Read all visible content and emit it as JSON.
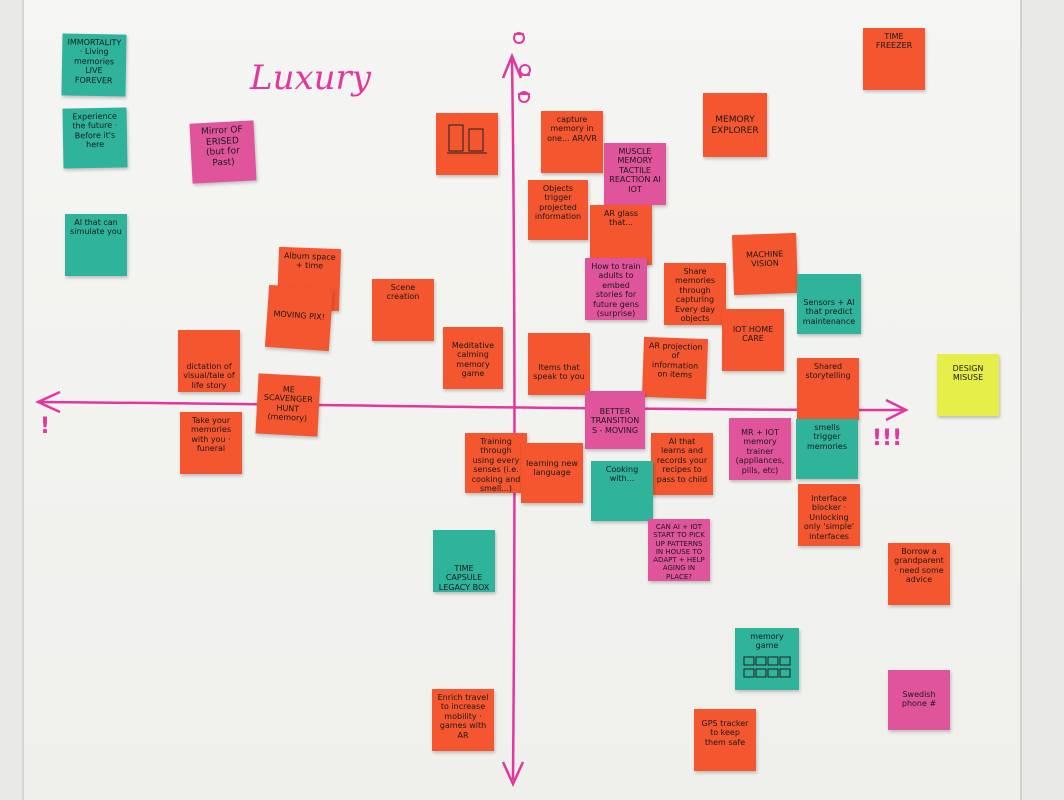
{
  "board": {
    "label_top": "Luxury",
    "left_end_mark": "!",
    "right_end_mark": "!!!",
    "marker_color": "#e2379f"
  },
  "colors": {
    "orange": "#f4562f",
    "teal": "#2fb39b",
    "pink": "#e0549c",
    "yellow": "#e6ee4a"
  },
  "notes": [
    {
      "id": "immortality",
      "color": "teal",
      "text": "IMMORTALITY · Living memories LIVE FOREVER"
    },
    {
      "id": "experience-future",
      "color": "teal",
      "text": "Experience the future · Before it's here"
    },
    {
      "id": "ai-simulate-you",
      "color": "teal",
      "text": "AI that can simulate you"
    },
    {
      "id": "mirror-erised",
      "color": "pink",
      "text": "Mirror OF ERISED (but for Past)"
    },
    {
      "id": "capture-memory",
      "color": "orange",
      "text": "capture memory in one... AR/VR"
    },
    {
      "id": "muscle-memory",
      "color": "pink",
      "text": "MUSCLE MEMORY TACTILE REACTION AI IOT"
    },
    {
      "id": "memory-explorer",
      "color": "orange",
      "text": "MEMORY EXPLORER"
    },
    {
      "id": "time-freezer",
      "color": "orange",
      "text": "TIME FREEZER"
    },
    {
      "id": "sketch-top-center",
      "color": "orange",
      "text": ""
    },
    {
      "id": "objects-trigger",
      "color": "orange",
      "text": "Objects trigger projected information"
    },
    {
      "id": "ar-glass",
      "color": "orange",
      "text": "AR glass that..."
    },
    {
      "id": "album-spacetime",
      "color": "orange",
      "text": "Album space + time"
    },
    {
      "id": "moving-pix",
      "color": "orange",
      "text": "MOVING PIX!"
    },
    {
      "id": "scene-creation",
      "color": "orange",
      "text": "Scene creation"
    },
    {
      "id": "train-adults",
      "color": "pink",
      "text": "How to train adults to embed stories for future gens (surprise)"
    },
    {
      "id": "share-memories",
      "color": "orange",
      "text": "Share memories through capturing Every day objects (digital+physical diaries?)"
    },
    {
      "id": "machine-vision",
      "color": "orange",
      "text": "MACHINE VISION"
    },
    {
      "id": "sensors-ai",
      "color": "teal",
      "text": "Sensors + AI that predict maintenance"
    },
    {
      "id": "iot-home-care",
      "color": "orange",
      "text": "IOT HOME CARE"
    },
    {
      "id": "dictation-bot",
      "color": "orange",
      "text": "dictation of visual/tale of life story"
    },
    {
      "id": "meditative-calming",
      "color": "orange",
      "text": "Meditative calming memory game"
    },
    {
      "id": "items-speak",
      "color": "orange",
      "text": "Items that speak to you"
    },
    {
      "id": "ar-projection",
      "color": "orange",
      "text": "AR projection of information on items"
    },
    {
      "id": "shared-storytelling",
      "color": "orange",
      "text": "Shared storytelling"
    },
    {
      "id": "design-misuse",
      "color": "yellow",
      "text": "DESIGN MISUSE"
    },
    {
      "id": "me-scavenger",
      "color": "orange",
      "text": "ME SCAVENGER HUNT (memory)"
    },
    {
      "id": "better-transitions",
      "color": "pink",
      "text": "BETTER TRANSITIONS - MOVING"
    },
    {
      "id": "take-memories-funeral",
      "color": "orange",
      "text": "Take your memories with you · funeral"
    },
    {
      "id": "training-senses",
      "color": "orange",
      "text": "Training through using every senses (i.e. cooking and smell...)"
    },
    {
      "id": "learning-language",
      "color": "orange",
      "text": "learning new language"
    },
    {
      "id": "ai-recipes",
      "color": "orange",
      "text": "AI that learns and records your recipes to pass to child"
    },
    {
      "id": "mr-iot-trainer",
      "color": "pink",
      "text": "MR + IOT memory trainer (appliances, pills, etc)"
    },
    {
      "id": "smells-teal",
      "color": "teal",
      "text": "smells trigger memories"
    },
    {
      "id": "cooking-teal",
      "color": "teal",
      "text": "Cooking with..."
    },
    {
      "id": "interface-blocker",
      "color": "orange",
      "text": "Interface blocker · Unlocking only 'simple' interfaces"
    },
    {
      "id": "ai-iot-patterns",
      "color": "pink",
      "text": "CAN AI + IOT START TO PICK UP PATTERNS IN HOUSE TO ADAPT + HELP AGING IN PLACE?"
    },
    {
      "id": "time-capsule",
      "color": "teal",
      "text": "TIME CAPSULE LEGACY BOX"
    },
    {
      "id": "borrow-grandparent",
      "color": "orange",
      "text": "Borrow a grandparent · need some advice"
    },
    {
      "id": "memory-game-teal",
      "color": "teal",
      "text": "memory game"
    },
    {
      "id": "enrich-travel",
      "color": "orange",
      "text": "Enrich travel to increase mobility · games with AR"
    },
    {
      "id": "gps-tracker",
      "color": "orange",
      "text": "GPS tracker to keep them safe"
    },
    {
      "id": "swedish-phone",
      "color": "pink",
      "text": "Swedish phone #"
    }
  ]
}
